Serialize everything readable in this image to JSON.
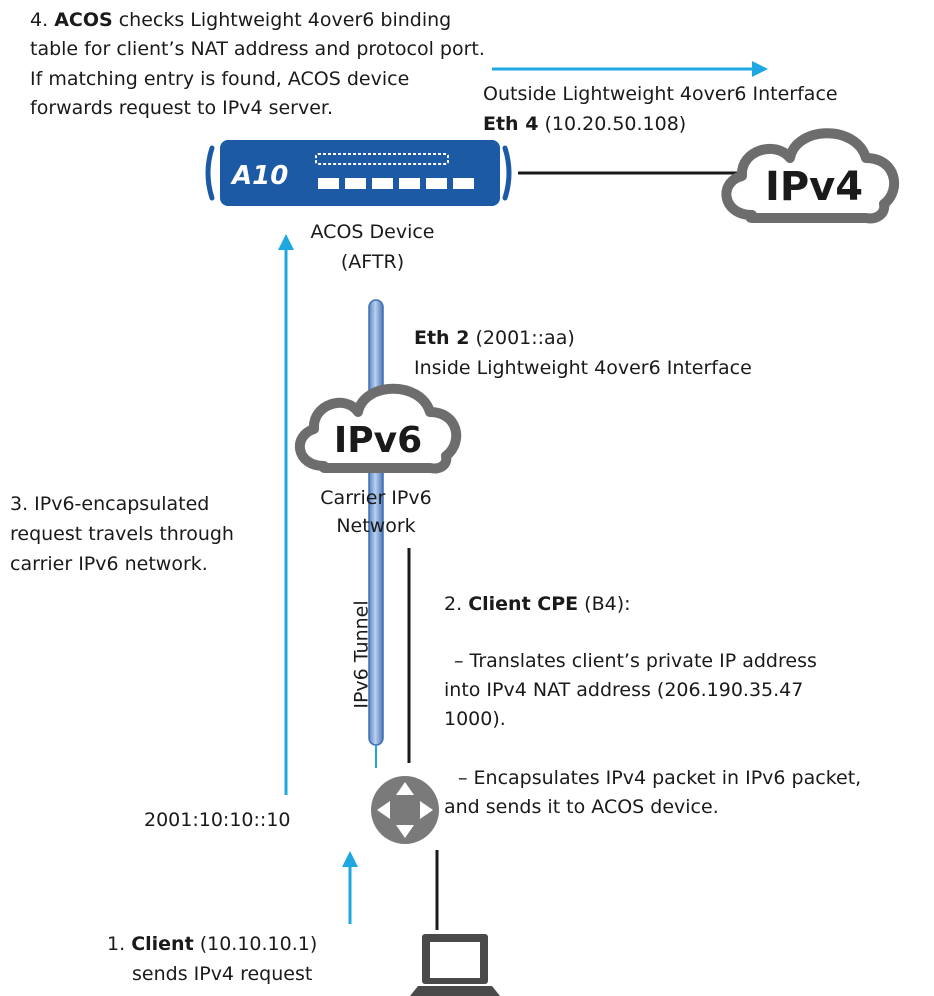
{
  "step4": {
    "number": "4.",
    "bold": "ACOS",
    "line1_rest": "checks Lightweight 4over6 binding",
    "line2": "table for client’s NAT address and protocol port.",
    "line3": "If matching entry is found, ACOS device",
    "line4": "forwards request to IPv4 server."
  },
  "outside_interface": {
    "title": "Outside Lightweight 4over6 Interface",
    "eth_bold": "Eth 4",
    "eth_address": "(10.20.50.108)"
  },
  "device": {
    "logo": "A10",
    "label_line1": "ACOS Device",
    "label_line2": "(AFTR)"
  },
  "ipv4_cloud": {
    "label": "IPv4"
  },
  "inside_interface": {
    "eth_bold": "Eth 2",
    "eth_address": "(2001::aa)",
    "title": "Inside Lightweight 4over6 Interface"
  },
  "ipv6_cloud": {
    "label": "IPv6",
    "caption_line1": "Carrier IPv6",
    "caption_line2": "Network"
  },
  "step3": {
    "line1": "3. IPv6-encapsulated",
    "line2": "request travels through",
    "line3": "carrier IPv6 network."
  },
  "tunnel": {
    "label": "IPv6 Tunnel"
  },
  "step2": {
    "number": "2.",
    "bold": "Client CPE",
    "rest": "(B4):",
    "bullet1_line1": "– Translates client’s private IP address",
    "bullet1_line2": "into IPv4 NAT address (206.190.35.47",
    "bullet1_line3": "1000).",
    "bullet2_line1": "– Encapsulates IPv4 packet in IPv6 packet,",
    "bullet2_line2": "and sends it to ACOS device."
  },
  "client_ipv6": {
    "address": "2001:10:10::10"
  },
  "step1": {
    "number": "1.",
    "bold": "Client",
    "address": "(10.10.10.1)",
    "line2": "sends IPv4 request"
  },
  "colors": {
    "arrow": "#1ea7e1",
    "device_blue": "#1c5aa6",
    "cloud_grey": "#6d6d6d",
    "tunnel_fill": "#8fb1dc",
    "tunnel_edge": "#3f6fb0",
    "router_grey": "#7a7a7a",
    "line": "#1a1a1a"
  }
}
